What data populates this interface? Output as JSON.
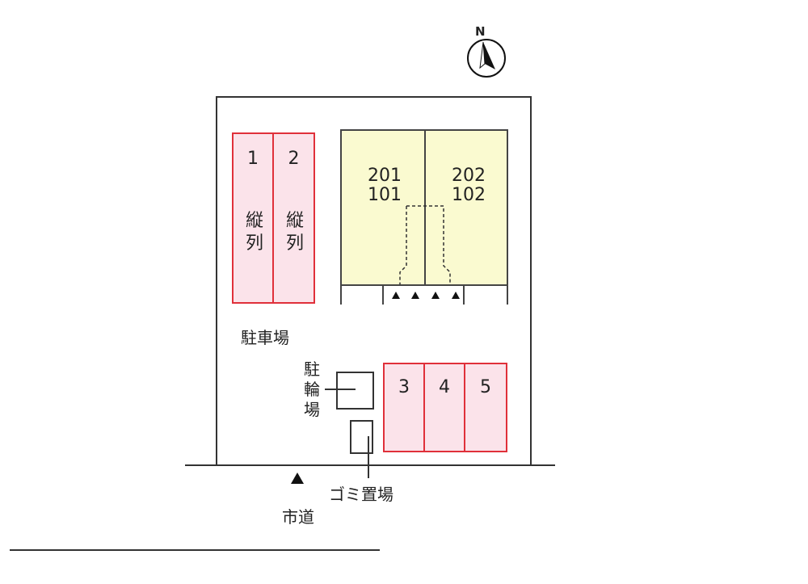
{
  "compass": {
    "north_label": "N"
  },
  "vertical_parking": [
    {
      "number": "1",
      "label": "縦列"
    },
    {
      "number": "2",
      "label": "縦列"
    }
  ],
  "building": {
    "units": [
      {
        "upper": "201",
        "lower": "101"
      },
      {
        "upper": "202",
        "lower": "102"
      }
    ]
  },
  "labels": {
    "parking_lot": "駐車場",
    "bicycle_parking": "駐輪場",
    "garbage": "ゴミ置場",
    "road": "市道"
  },
  "parking_slots": [
    "3",
    "4",
    "5"
  ],
  "colors": {
    "parking_fill": "#fbe3ea",
    "parking_border": "#e0303a",
    "building_fill": "#fafad0"
  }
}
